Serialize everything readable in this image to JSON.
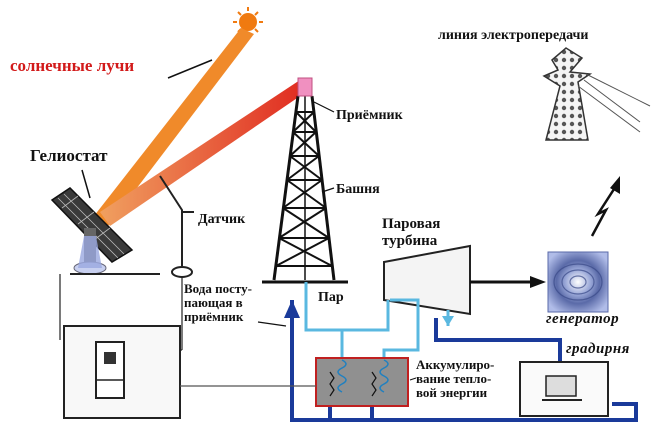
{
  "labels": {
    "sun_rays": "солнечные лучи",
    "power_line": "линия электропередачи",
    "receiver": "Приёмник",
    "heliostat": "Гелиостат",
    "tower": "Башня",
    "sensor": "Датчик",
    "steam_turbine": "Паровая\nтурбина",
    "water_supply": "Вода посту-\nпающая в\nприёмник",
    "steam": "Пар",
    "generator": "генератор",
    "cooling_tower": "градирня",
    "storage": "Аккумулиро-\nвание тепло-\nвой энергии"
  },
  "colors": {
    "sun": "#f07a10",
    "sun_ray": "#f08a2a",
    "reflected_ray": "#e03a2a",
    "receiver": "#f090c0",
    "pipe_dark": "#1a3a9a",
    "pipe_light": "#5ab8e0",
    "storage_fill": "#909090",
    "storage_border": "#c02020",
    "label_highlight": "#d21a1a",
    "generator": "#8a9ad0"
  },
  "icons": [
    "sun-icon",
    "heliostat-icon",
    "tower-icon",
    "receiver-icon",
    "turbine-icon",
    "generator-icon",
    "cooling-tower-icon",
    "control-unit-icon",
    "storage-icon",
    "transmission-tower-icon",
    "lightning-icon"
  ]
}
